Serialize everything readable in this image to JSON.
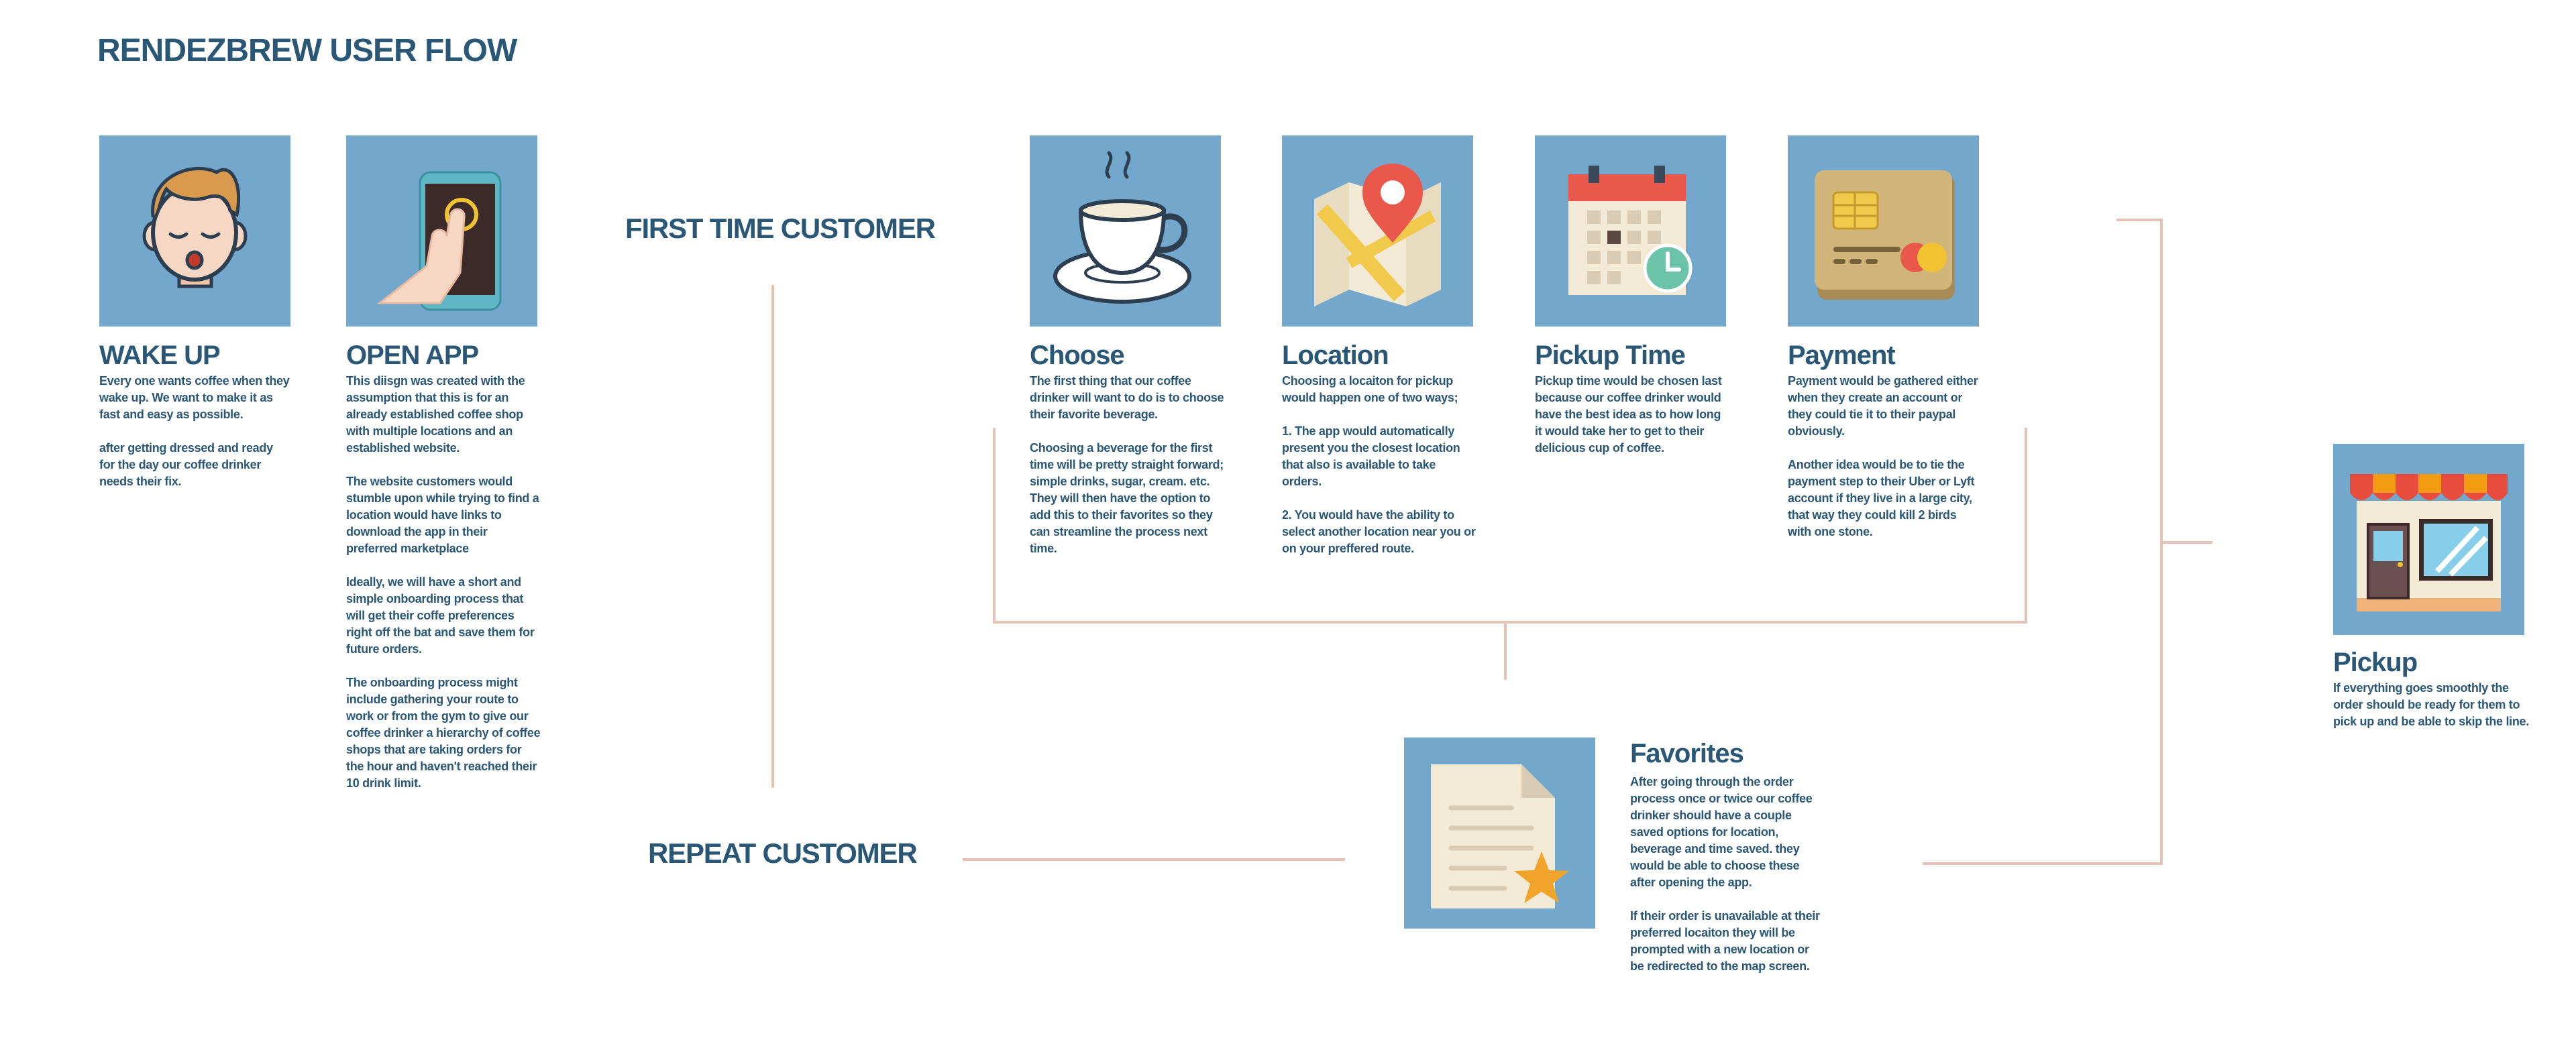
{
  "title": "RENDEZBREW USER FLOW",
  "labels": {
    "first_time": "FIRST TIME CUSTOMER",
    "repeat": "REPEAT CUSTOMER"
  },
  "colors": {
    "tile": "#74a7cc",
    "text": "#2b5777",
    "connector": "#e4c2b6"
  },
  "steps": {
    "wake_up": {
      "icon": "sleepy-face-icon",
      "heading": "WAKE UP",
      "body": [
        "Every one wants coffee when they wake up. We want to make it as fast and easy as possible.",
        "after getting dressed and ready for the day our coffee drinker needs their fix."
      ]
    },
    "open_app": {
      "icon": "tap-phone-icon",
      "heading": "OPEN APP",
      "body": [
        "This diisgn was created with the assumption that this is for an already established coffee shop with multiple locations and an established website.",
        "The website customers would stumble upon while trying to find a location would have links to download the app in their preferred marketplace",
        "Ideally, we will have a short and simple onboarding process that will get their coffe preferences right off the bat and save them for future orders.",
        "The onboarding process might include  gathering your route to work or from the gym to  give our coffee drinker a hierarchy of coffee shops that are taking orders for the hour and haven't reached their 10 drink limit."
      ]
    },
    "choose": {
      "icon": "coffee-cup-icon",
      "heading": "Choose",
      "body": [
        "The first thing that our coffee drinker will want to do is to choose their favorite beverage.",
        "Choosing a beverage for the first time will be pretty straight forward; simple drinks, sugar, cream. etc. They will then have the option to add this to their favorites so they can streamline the process next time."
      ]
    },
    "location": {
      "icon": "map-pin-icon",
      "heading": "Location",
      "body": [
        "Choosing a locaiton for pickup would happen one of two ways;",
        "1. The app would automatically present you the closest location that also is available to take orders.",
        "2. You would have the ability to select another location near you or on your preffered route."
      ]
    },
    "pickup_time": {
      "icon": "calendar-clock-icon",
      "heading": "Pickup Time",
      "body": [
        "Pickup time would be chosen last because our coffee drinker would have the best idea as to how long it would take her to get to their delicious cup of coffee."
      ]
    },
    "payment": {
      "icon": "credit-card-icon",
      "heading": "Payment",
      "body": [
        "Payment would be gathered either when they create an account or they could tie it to their paypal obviously.",
        "Another idea would be to tie the payment step to their Uber or Lyft account if they live in a large city, that way they could kill 2 birds with one stone."
      ]
    },
    "favorites": {
      "icon": "favorite-document-icon",
      "heading": "Favorites",
      "body": [
        "After going through the order process once or twice our coffee drinker should have a couple saved options for location, beverage and time saved. they would be able to choose these after opening the app.",
        "If their order is unavailable at their preferred locaiton they will be prompted with a new location or be redirected to the map screen."
      ]
    },
    "pickup": {
      "icon": "storefront-icon",
      "heading": "Pickup",
      "body": [
        "If everything goes smoothly the order should be ready for them to pick up and be able to skip the line."
      ]
    }
  }
}
